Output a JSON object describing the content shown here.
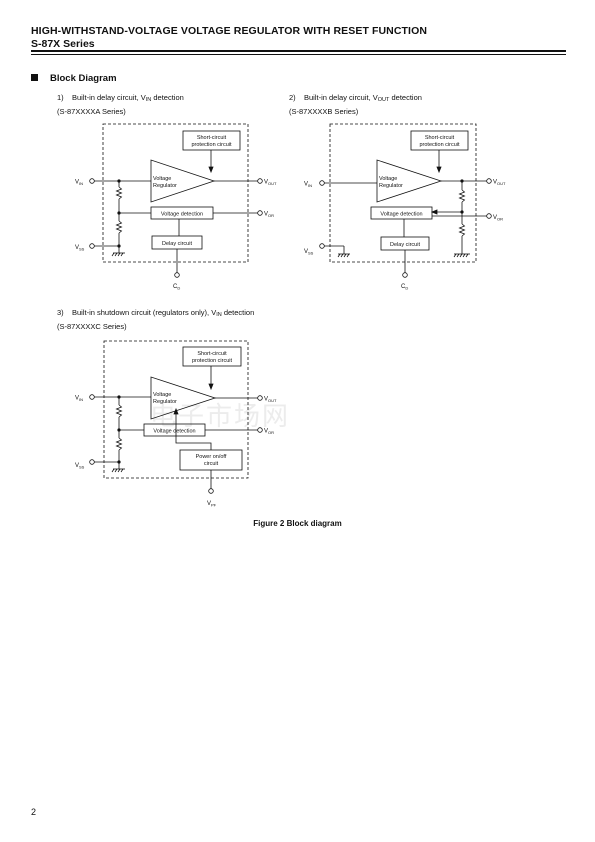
{
  "header": {
    "title": "HIGH-WITHSTAND-VOLTAGE VOLTAGE REGULATOR WITH RESET FUNCTION",
    "series": "S-87X Series"
  },
  "section_title": "Block Diagram",
  "diagrams": [
    {
      "number": "1)",
      "caption_pre": "Built-in delay circuit, V",
      "caption_sub": "IN",
      "caption_post": " detection",
      "subcaption": "(S-87XXXXA Series)",
      "blocks": {
        "protection": [
          "Short-circuit",
          "protection circuit"
        ],
        "regulator": [
          "Voltage",
          "Regulator"
        ],
        "detection": "Voltage detection",
        "delay": "Delay circuit"
      },
      "pins": {
        "vin": "V",
        "vin_sub": "IN",
        "vss": "V",
        "vss_sub": "SS",
        "vout": "V",
        "vout_sub": "OUT",
        "vor": "V",
        "vor_sub": "OR",
        "cd": "C",
        "cd_sub": "D"
      }
    },
    {
      "number": "2)",
      "caption_pre": "Built-in delay circuit, V",
      "caption_sub": "OUT",
      "caption_post": " detection",
      "subcaption": "(S-87XXXXB Series)",
      "blocks": {
        "protection": [
          "Short-circuit",
          "protection circuit"
        ],
        "regulator": [
          "Voltage",
          "Regulator"
        ],
        "detection": "Voltage detection",
        "delay": "Delay circuit"
      },
      "pins": {
        "vin": "V",
        "vin_sub": "IN",
        "vss": "V",
        "vss_sub": "SS",
        "vout": "V",
        "vout_sub": "OUT",
        "vor": "V",
        "vor_sub": "OR",
        "cd": "C",
        "cd_sub": "D"
      }
    },
    {
      "number": "3)",
      "caption_pre": "Built-in shutdown circuit  (regulators only), V",
      "caption_sub": "IN",
      "caption_post": " detection",
      "subcaption": "(S-87XXXXC Series)",
      "blocks": {
        "protection": [
          "Short-circuit",
          "protection circuit"
        ],
        "regulator": [
          "Voltage",
          "Regulator"
        ],
        "detection": "Voltage detection",
        "power": [
          "Power on/off",
          "circuit"
        ]
      },
      "pins": {
        "vin": "V",
        "vin_sub": "IN",
        "vss": "V",
        "vss_sub": "SS",
        "vout": "V",
        "vout_sub": "OUT",
        "vor": "V",
        "vor_sub": "OR",
        "vpf": "V",
        "vpf_sub": "PF"
      }
    }
  ],
  "figure_caption": "Figure 2  Block diagram",
  "watermark": "电子市场网",
  "page_number": "2"
}
